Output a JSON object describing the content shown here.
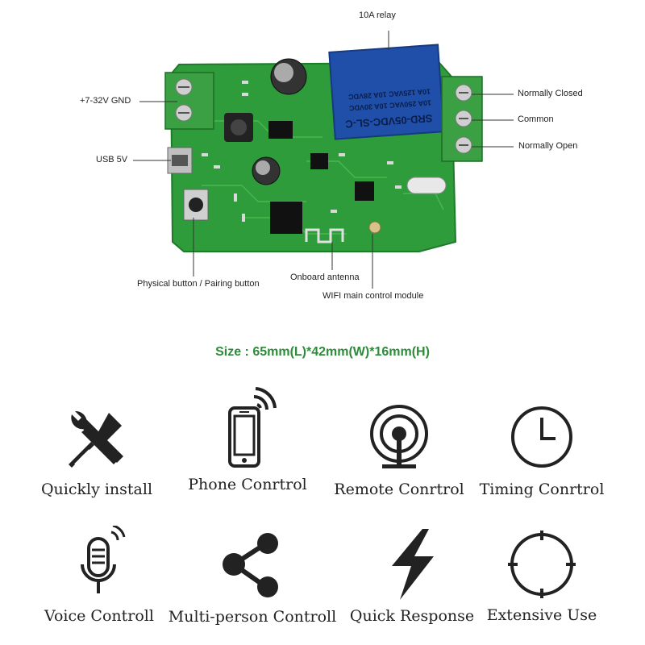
{
  "pcb": {
    "callouts": {
      "relay": "10A relay",
      "power": "+7-32V GND",
      "usb": "USB 5V",
      "nc": "Normally Closed",
      "com": "Common",
      "no": "Normally Open",
      "button": "Physical button / Pairing button",
      "antenna": "Onboard antenna",
      "wifi": "WIFI main control module"
    },
    "relay_markings": [
      "SRD-05VDC-SL-C",
      "10A 250VAC 10A 30VDC",
      "10A 125VAC 10A 28VDC"
    ],
    "colors": {
      "board": "#2e9c3a",
      "relay": "#1f4fa8",
      "terminal": "#3aa043"
    }
  },
  "size": {
    "text": "Size : 65mm(L)*42mm(W)*16mm(H)",
    "color": "#2e8b3a"
  },
  "features": [
    {
      "icon": "tools-icon",
      "label": "Quickly install"
    },
    {
      "icon": "phone-icon",
      "label": "Phone Conrtrol"
    },
    {
      "icon": "remote-signal-icon",
      "label": "Remote Conrtrol"
    },
    {
      "icon": "clock-icon",
      "label": "Timing Conrtrol"
    },
    {
      "icon": "microphone-icon",
      "label": "Voice Controll"
    },
    {
      "icon": "share-icon",
      "label": "Multi-person Controll"
    },
    {
      "icon": "lightning-icon",
      "label": "Quick Response"
    },
    {
      "icon": "crosshair-icon",
      "label": "Extensive Use"
    }
  ]
}
